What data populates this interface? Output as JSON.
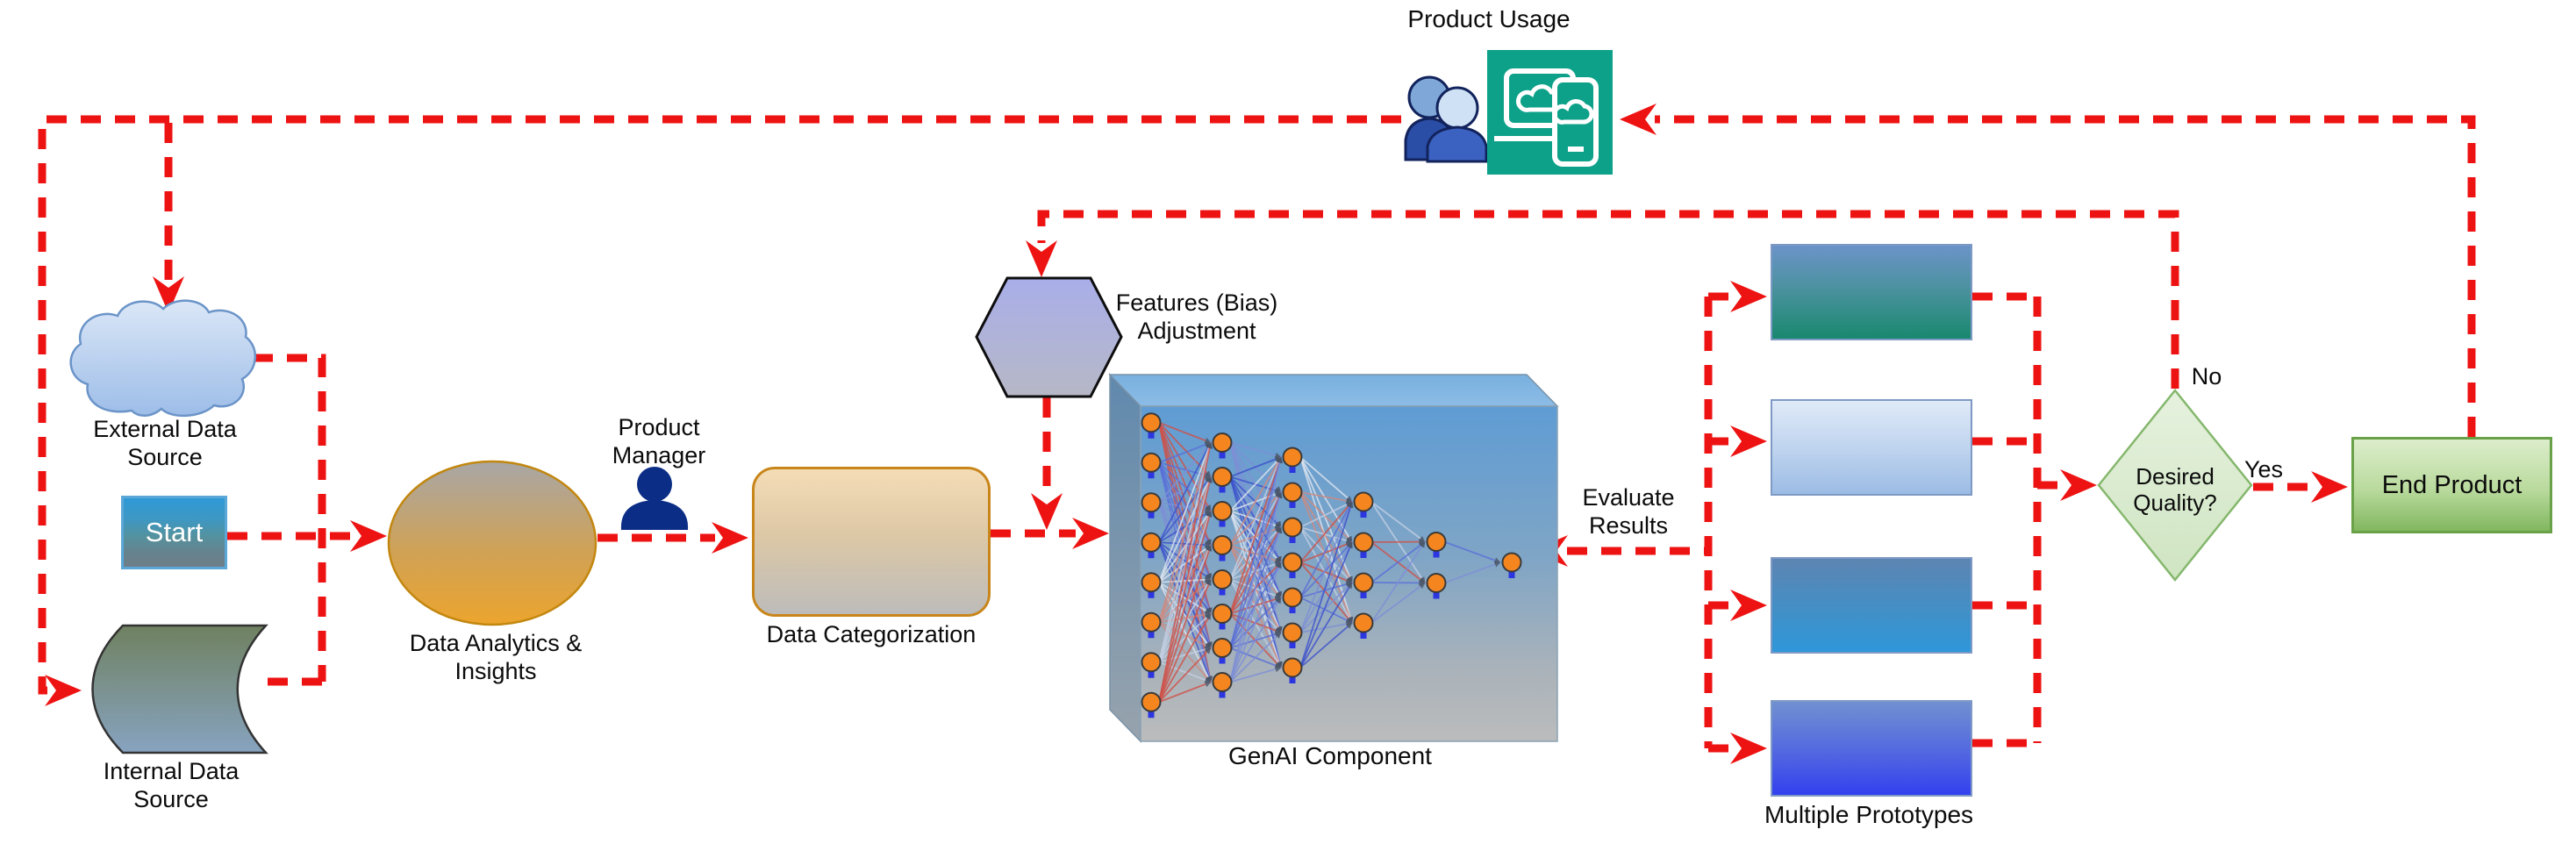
{
  "flow": {
    "product_usage": {
      "label": "Product Usage"
    },
    "external_source": {
      "label": "External Data Source"
    },
    "start": {
      "label": "Start"
    },
    "internal_source": {
      "label": "Internal Data Source"
    },
    "analytics": {
      "label": "Data Analytics & Insights"
    },
    "product_manager": {
      "label": "Product Manager"
    },
    "categorization": {
      "label": "Data Categorization"
    },
    "features_adjustment": {
      "label": "Features (Bias) Adjustment"
    },
    "genai": {
      "label": "GenAI Component"
    },
    "evaluate": {
      "label": "Evaluate Results"
    },
    "prototypes": {
      "label": "Multiple Prototypes"
    },
    "decision": {
      "label": "Desired Quality?",
      "yes": "Yes",
      "no": "No"
    },
    "end_product": {
      "label": "End Product"
    }
  },
  "genai_network": {
    "layers": [
      8,
      8,
      7,
      4,
      2,
      1
    ]
  },
  "icons": {
    "product_usage_users": "users-icon",
    "product_usage_devices": "devices-cloud-icon",
    "product_manager": "person-icon"
  },
  "colors": {
    "connector_red": "#ee1313",
    "teal_icon": "#0da189",
    "node_orange": "#f5861f",
    "node_bar_blue": "#2b35e0",
    "person_navy": "#0b2d86",
    "end_green": "#82b75f",
    "diamond_green": "#cfe5c2",
    "ellipse_gold": "#eca42d"
  }
}
